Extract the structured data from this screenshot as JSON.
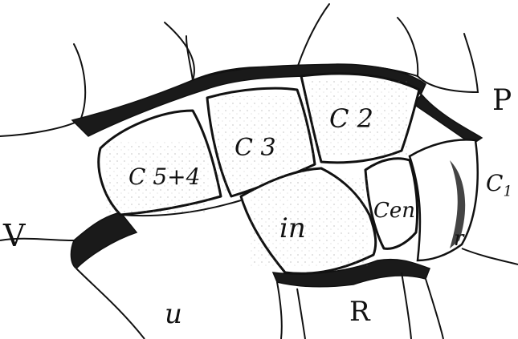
{
  "figure": {
    "background": "#ffffff",
    "ink": "#111111",
    "style": "pen-and-ink botanical cell section",
    "labels": {
      "c5_4": "C 5+4",
      "c3": "C 3",
      "c2": "C 2",
      "in": "in",
      "cen": "Cen",
      "p": "P",
      "c1": "C",
      "c1_sub": "1",
      "r": "r",
      "v": "V",
      "u": "u",
      "big_r": "R"
    }
  }
}
